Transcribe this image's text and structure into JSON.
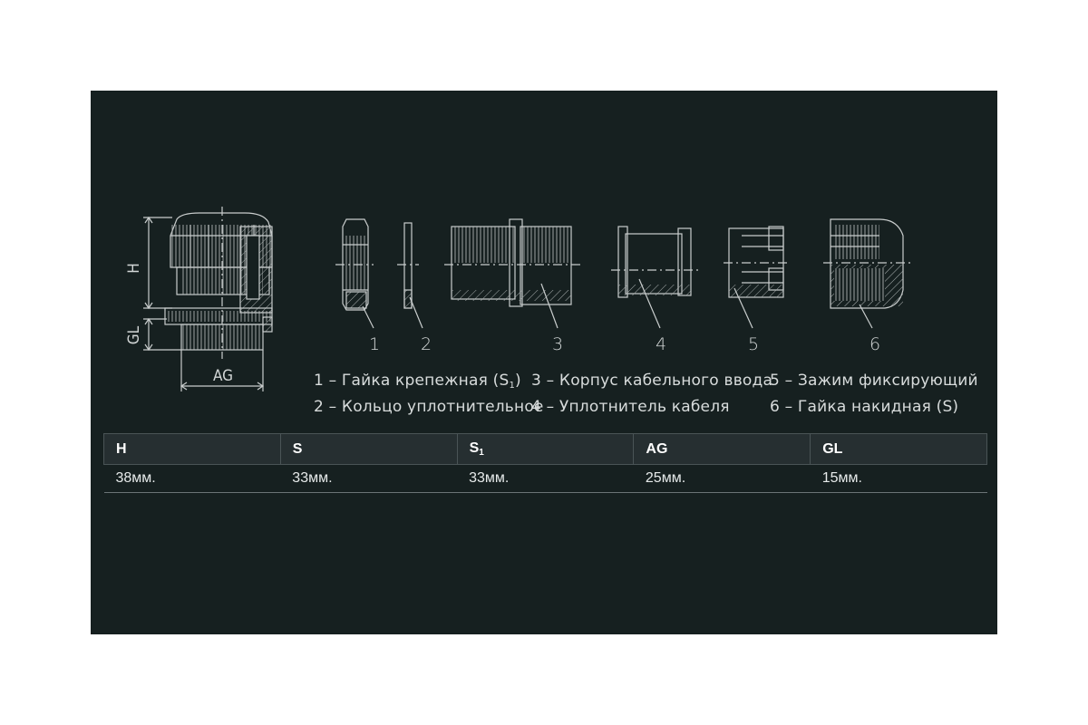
{
  "diagram": {
    "dimension_labels": {
      "h": "H",
      "gl": "GL",
      "ag": "AG"
    },
    "part_numbers": [
      "1",
      "2",
      "3",
      "4",
      "5",
      "6"
    ],
    "legend": {
      "col1": [
        "1 – Гайка крепежная (S",
        "2 – Кольцо уплотнительное"
      ],
      "col1_sub": "1",
      "col1_close": ")",
      "col2": [
        "3 – Корпус кабельного ввода",
        "4 – Уплотнитель кабеля"
      ],
      "col3": [
        "5 – Зажим фиксирующий",
        "6 – Гайка накидная (S)"
      ]
    },
    "colors": {
      "background": "#162020",
      "line": "#c9cdcd",
      "header": "#262f31"
    }
  },
  "specs": {
    "headers": [
      "H",
      "S",
      "S",
      "AG",
      "GL"
    ],
    "header_sub": [
      "",
      "",
      "1",
      "",
      ""
    ],
    "values": [
      "38мм.",
      "33мм.",
      "33мм.",
      "25мм.",
      "15мм."
    ]
  }
}
